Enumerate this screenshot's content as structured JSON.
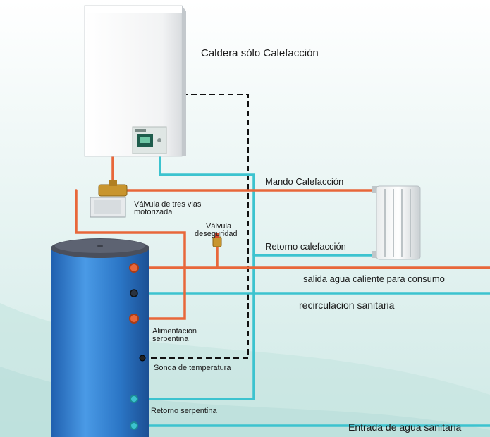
{
  "title": "Caldera sólo Calefacción",
  "labels": {
    "mando": "Mando Calefacción",
    "retorno_calef": "Retorno calefacción",
    "valvula_tres_l1": "Válvula de tres vias",
    "valvula_tres_l2": "motorizada",
    "valvula_seg_l1": "Válvula",
    "valvula_seg_l2": "deseguridad",
    "salida": "salida agua caliente para consumo",
    "recirculacion": "recirculacion sanitaria",
    "alimentacion_l1": "Alimentación",
    "alimentacion_l2": "serpentina",
    "sonda": "Sonda de temperatura",
    "retorno_serp": "Retorno serpentina",
    "entrada": "Entrada de agua sanitaria"
  },
  "colors": {
    "hot_pipe": "#e8673a",
    "cold_pipe": "#3cc3cf",
    "tank_blue": "#2f7fd0",
    "tank_lid": "#4a4f5c",
    "boiler_white": "#f6f7f8",
    "background": "#dff0ef",
    "text": "#1a1a1a"
  },
  "icons": {
    "boiler": "wall-boiler-icon",
    "radiator": "radiator-icon",
    "tank": "water-tank-icon",
    "three_way_valve": "three-way-valve-icon",
    "safety_valve": "safety-valve-icon"
  }
}
